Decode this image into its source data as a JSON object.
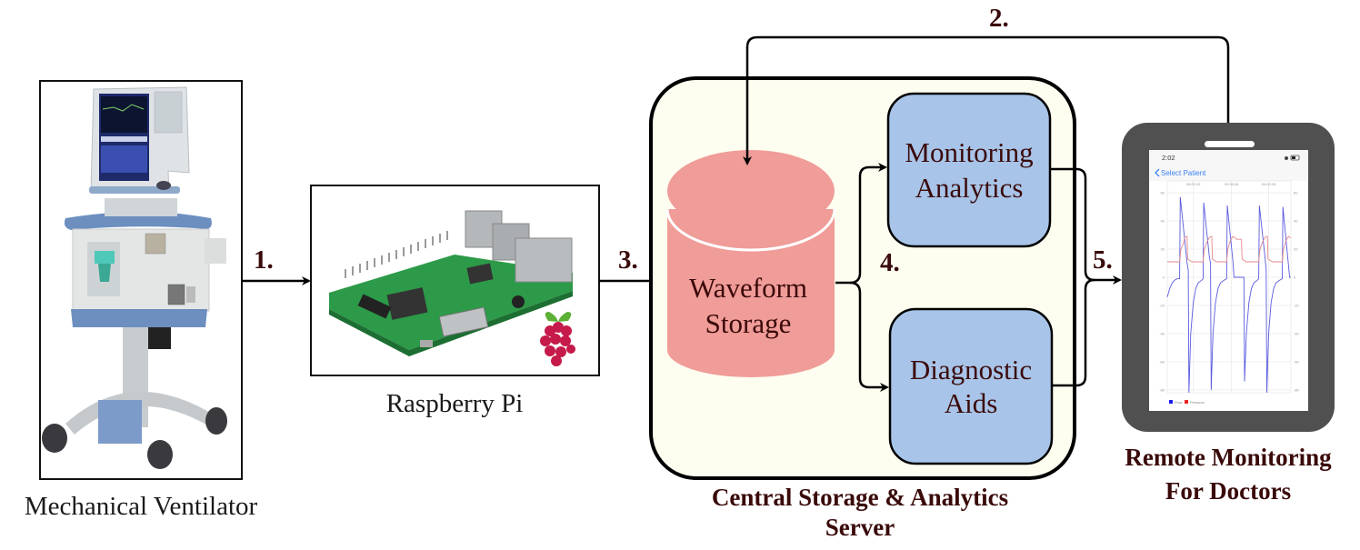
{
  "diagram": {
    "nodes": {
      "ventilator": {
        "label": "Mechanical Ventilator",
        "icon": "ventilator-image"
      },
      "raspberry_pi": {
        "label": "Raspberry Pi",
        "icon": "raspberry-pi-board-image",
        "logo": "raspberry-logo"
      },
      "server": {
        "label_line1": "Central Storage & Analytics",
        "label_line2": "Server",
        "background": "#fefef0"
      },
      "waveform_storage": {
        "line1": "Waveform",
        "line2": "Storage",
        "color": "#f09c98"
      },
      "monitoring_analytics": {
        "line1": "Monitoring",
        "line2": "Analytics",
        "color": "#a8c4e8"
      },
      "diagnostic_aids": {
        "line1": "Diagnostic",
        "line2": "Aids",
        "color": "#a8c4e8"
      },
      "remote_monitoring": {
        "label_line1": "Remote Monitoring",
        "label_line2": "For Doctors"
      }
    },
    "steps": [
      "1.",
      "2.",
      "3.",
      "4.",
      "5."
    ],
    "text_color": "#3a0a0a"
  },
  "phone": {
    "status_time": "2:02",
    "nav_back_label": "Select Patient",
    "chart_data": {
      "type": "line",
      "title": "",
      "x_ticks": [
        "09:00:29",
        "09:00:34",
        "09:00:39"
      ],
      "y_ticks_left": [
        "60",
        "40",
        "20",
        "0",
        "-20",
        "-40",
        "-60",
        "-80"
      ],
      "y_ticks_right": [
        "60",
        "40",
        "20",
        "0",
        "-20",
        "-40",
        "-60",
        "-80"
      ],
      "ylim": [
        -82,
        62
      ],
      "xlim": [
        0,
        100
      ],
      "legend": [
        {
          "name": "Flow",
          "color": "#1a1aee"
        },
        {
          "name": "Pressure",
          "color": "#ee2222"
        }
      ],
      "legend_position": "bottom-left",
      "series": [
        {
          "name": "Flow",
          "color": "#5a5ae0",
          "points": [
            [
              0,
              -14
            ],
            [
              2,
              -8
            ],
            [
              4,
              -4
            ],
            [
              6,
              -2
            ],
            [
              8,
              -1
            ],
            [
              10,
              -1
            ],
            [
              10.5,
              57
            ],
            [
              16,
              10
            ],
            [
              17,
              5
            ],
            [
              17.5,
              -82
            ],
            [
              19,
              -40
            ],
            [
              21,
              -18
            ],
            [
              23,
              -8
            ],
            [
              25,
              -4
            ],
            [
              28,
              -2
            ],
            [
              29,
              -1
            ],
            [
              29.5,
              53
            ],
            [
              34,
              15
            ],
            [
              35,
              10
            ],
            [
              35.5,
              -80
            ],
            [
              37,
              -40
            ],
            [
              39,
              -18
            ],
            [
              41,
              -8
            ],
            [
              43,
              -4
            ],
            [
              46,
              -2
            ],
            [
              48,
              -1
            ],
            [
              48.5,
              51
            ],
            [
              53,
              12
            ],
            [
              54,
              0
            ],
            [
              59,
              0
            ],
            [
              62,
              0
            ],
            [
              62.5,
              -74
            ],
            [
              64,
              -40
            ],
            [
              66,
              -18
            ],
            [
              68,
              -8
            ],
            [
              70,
              -4
            ],
            [
              73,
              -2
            ],
            [
              74,
              -1
            ],
            [
              74.5,
              51
            ],
            [
              79,
              15
            ],
            [
              80,
              5
            ],
            [
              80.5,
              -82
            ],
            [
              82,
              -40
            ],
            [
              84,
              -18
            ],
            [
              86,
              -8
            ],
            [
              88,
              -4
            ],
            [
              91,
              -2
            ],
            [
              93,
              -1
            ],
            [
              93.5,
              50
            ],
            [
              99,
              0
            ],
            [
              100,
              0
            ]
          ]
        },
        {
          "name": "Pressure",
          "color": "#e58a8a",
          "points": [
            [
              0,
              11
            ],
            [
              4,
              11
            ],
            [
              10,
              11
            ],
            [
              11,
              20
            ],
            [
              13,
              24
            ],
            [
              14,
              28
            ],
            [
              15,
              29
            ],
            [
              16,
              29
            ],
            [
              16.5,
              13
            ],
            [
              18,
              12
            ],
            [
              20,
              11
            ],
            [
              29,
              11
            ],
            [
              30,
              20
            ],
            [
              32,
              25
            ],
            [
              34,
              28
            ],
            [
              35,
              29
            ],
            [
              36,
              29
            ],
            [
              36.5,
              13
            ],
            [
              38,
              12
            ],
            [
              40,
              11
            ],
            [
              48,
              11
            ],
            [
              49,
              20
            ],
            [
              51,
              26
            ],
            [
              53,
              29
            ],
            [
              55,
              28
            ],
            [
              56,
              27
            ],
            [
              59,
              27
            ],
            [
              60,
              27
            ],
            [
              60.5,
              13
            ],
            [
              62,
              12
            ],
            [
              64,
              11
            ],
            [
              74,
              11
            ],
            [
              75,
              20
            ],
            [
              77,
              25
            ],
            [
              79,
              28
            ],
            [
              80,
              29
            ],
            [
              81,
              29
            ],
            [
              81.5,
              13
            ],
            [
              83,
              12
            ],
            [
              85,
              11
            ],
            [
              93,
              11
            ],
            [
              94,
              20
            ],
            [
              96,
              26
            ],
            [
              98,
              29
            ],
            [
              100,
              28
            ]
          ]
        }
      ]
    }
  }
}
